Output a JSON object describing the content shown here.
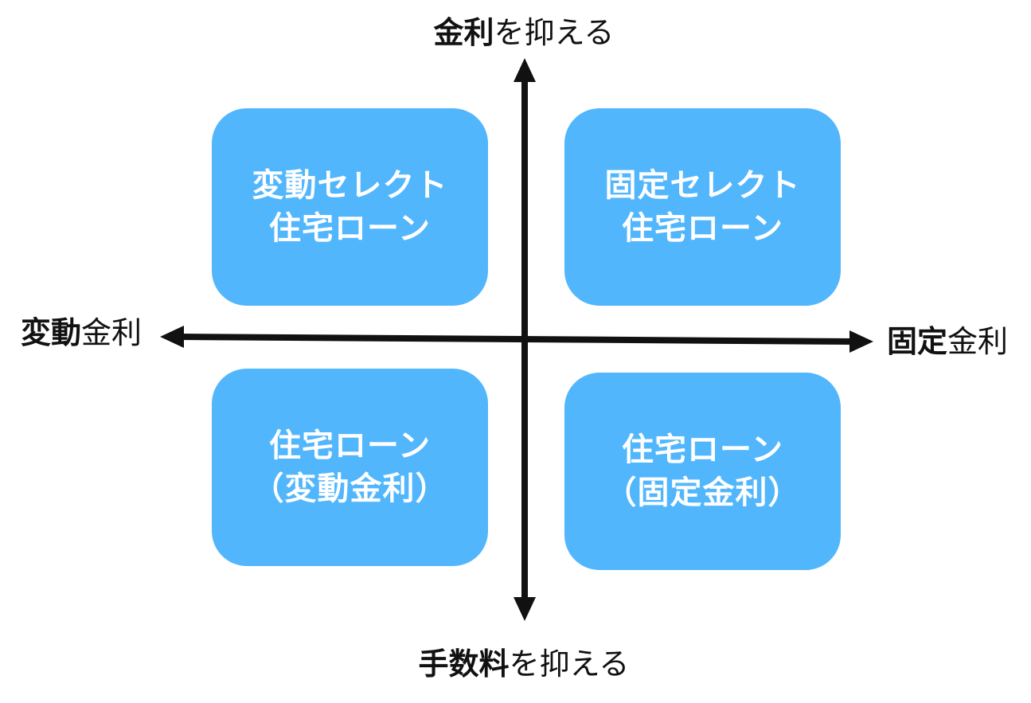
{
  "axes": {
    "top": {
      "strong": "金利",
      "normal": "を抑える"
    },
    "bottom": {
      "strong": "手数料",
      "normal": "を抑える"
    },
    "left": {
      "strong": "変動",
      "normal": "金利"
    },
    "right": {
      "strong": "固定",
      "normal": "金利"
    }
  },
  "quadrants": {
    "top_left": {
      "line1": "変動セレクト",
      "line2": "住宅ローン"
    },
    "top_right": {
      "line1": "固定セレクト",
      "line2": "住宅ローン"
    },
    "bottom_left": {
      "line1": "住宅ローン",
      "line2": "（変動金利）"
    },
    "bottom_right": {
      "line1": "住宅ローン",
      "line2": "（固定金利）"
    }
  },
  "colors": {
    "box": "#52b6fd",
    "box_text": "#ffffff",
    "axis": "#111111"
  }
}
